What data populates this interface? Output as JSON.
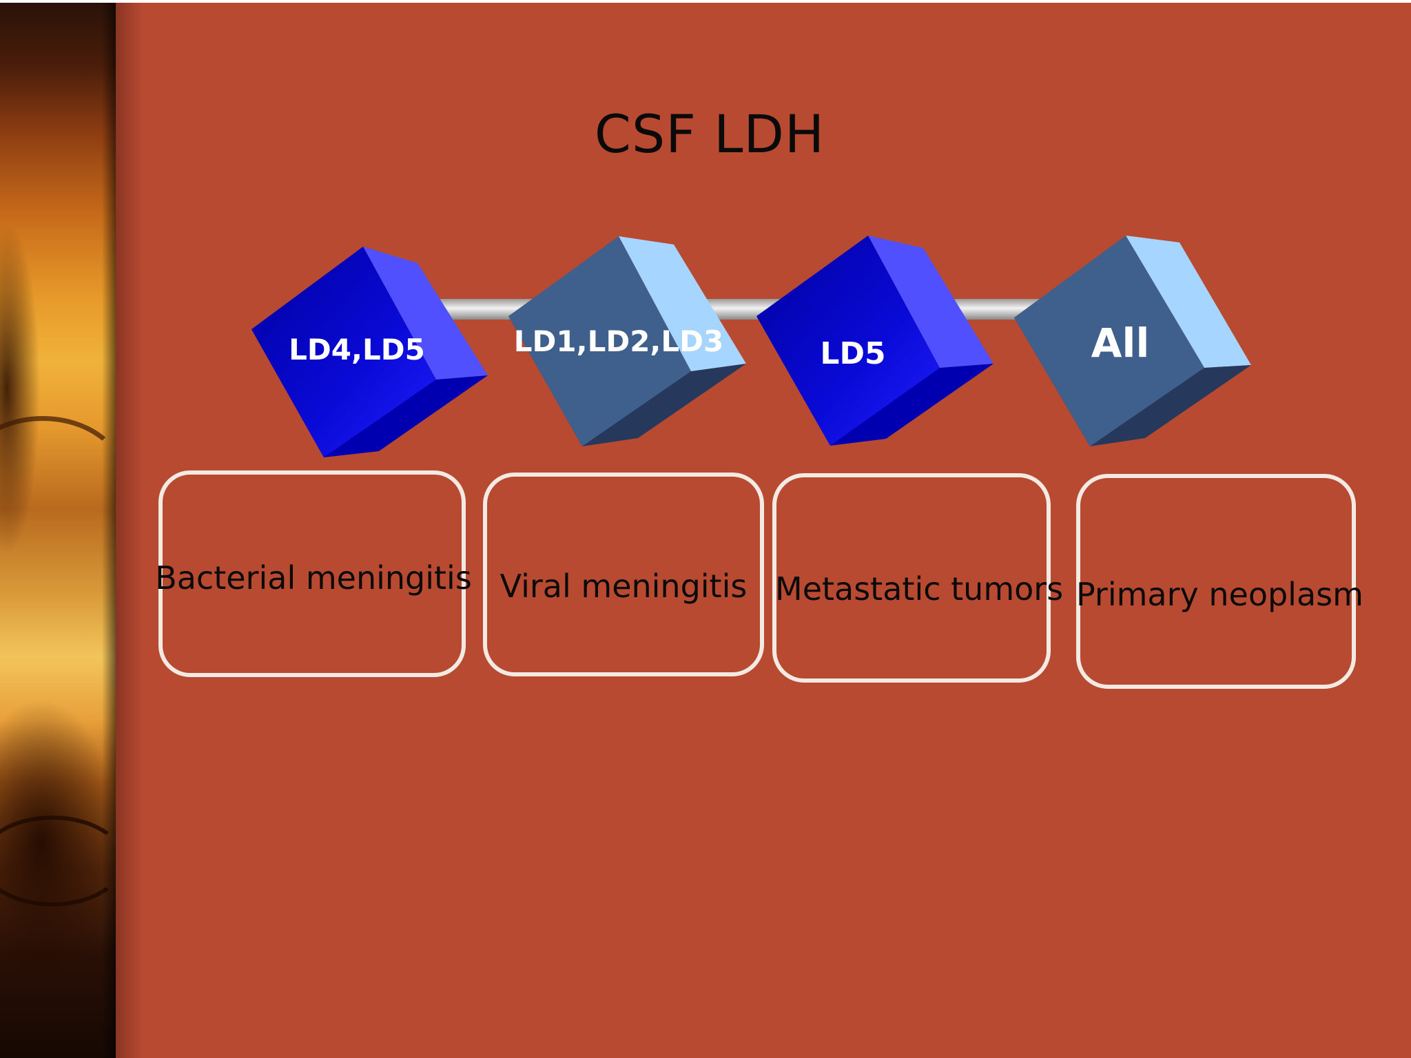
{
  "slide": {
    "title": "CSF LDH"
  },
  "cubes": [
    {
      "label": "LD4,LD5",
      "style": "blue"
    },
    {
      "label": "LD1,LD2,LD3",
      "style": "steel"
    },
    {
      "label": "LD5",
      "style": "blue"
    },
    {
      "label": "All",
      "style": "steel"
    }
  ],
  "conditions": [
    {
      "label": "Bacterial meningitis"
    },
    {
      "label": "Viral meningitis"
    },
    {
      "label": "Metastatic tumors"
    },
    {
      "label": "Primary neoplasm"
    }
  ],
  "colors": {
    "background": "#b84a32",
    "blue_face": "#0a0ad0",
    "blue_side": "#5a5aff",
    "steel_face": "#3f5f8c",
    "steel_side": "#a8d8ff",
    "box_border": "#f3ebe3",
    "connector": "#cfcfcf"
  }
}
